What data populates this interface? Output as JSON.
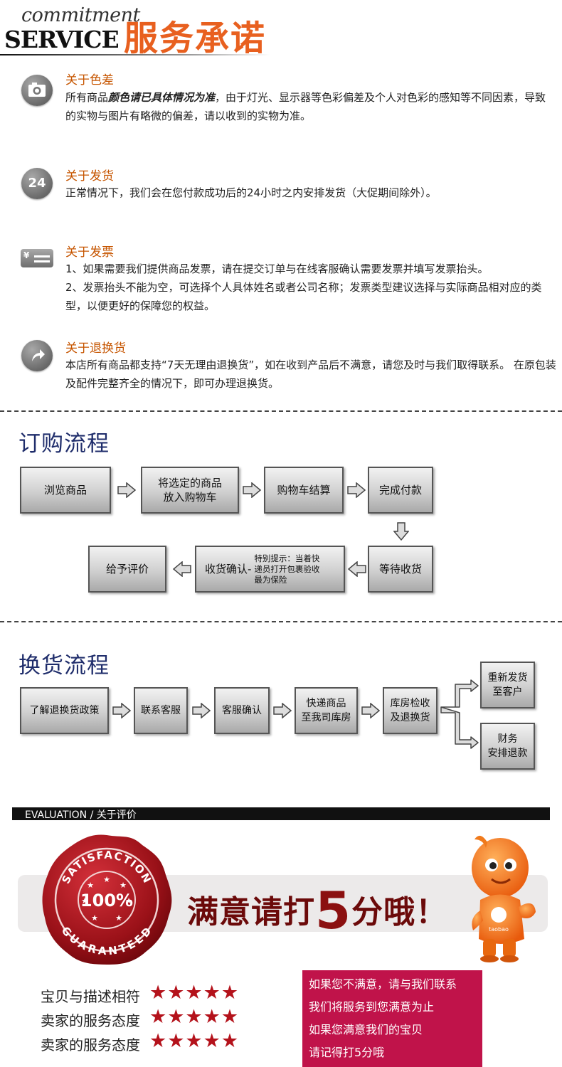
{
  "header": {
    "commitment": "commitment",
    "service": "SERVICE",
    "title_cn": "服务承诺"
  },
  "items": [
    {
      "icon": "camera-icon",
      "title": "关于色差",
      "text_a": "所有商品",
      "text_bold": "颜色请已具体情况为准",
      "text_b": "，由于灯光、显示器等色彩偏差及个人对色彩的感知等不同因素，导致的实物与图片有略微的偏差，请以收到的实物为准。"
    },
    {
      "icon": "24-hours-icon",
      "icon_text": "24",
      "title": "关于发货",
      "text": "正常情况下，我们会在您付款成功后的24小时之内安排发货（大促期间除外）。"
    },
    {
      "icon": "invoice-icon",
      "icon_text": "¥",
      "title": "关于发票",
      "text_1": "1、如果需要我们提供商品发票，请在提交订单与在线客服确认需要发票并填写发票抬头。",
      "text_2": "2、发票抬头不能为空，可选择个人具体姓名或者公司名称；发票类型建议选择与实际商品相对应的类型，以便更好的保障您的权益。"
    },
    {
      "icon": "return-arrow-icon",
      "title": "关于退换货",
      "text": "本店所有商品都支持“7天无理由退换货”，如在收到产品后不满意，请您及时与我们取得联系。 在原包装及配件完整齐全的情况下，即可办理退换货。"
    }
  ],
  "order_flow": {
    "title": "订购流程",
    "steps": [
      "浏览商品",
      "将选定的商品",
      "放入购物车",
      "购物车结算",
      "完成付款",
      "等待收货",
      "收货确认-",
      "特别提示：当着快",
      "递员打开包裹验收",
      "最为保险",
      "给予评价"
    ]
  },
  "exchange_flow": {
    "title": "换货流程",
    "steps": [
      "了解退换货政策",
      "联系客服",
      "客服确认",
      "快递商品",
      "至我司库房",
      "库房检收",
      "及退换货",
      "重新发货",
      "至客户",
      "财务",
      "安排退款"
    ]
  },
  "evaluation": {
    "bar": "EVALUATION / 关于评价",
    "seal_top": "SATISFACTION",
    "seal_center": "100%",
    "seal_bottom": "GUARANTEED",
    "headline_a": "满意请打",
    "headline_num": "5",
    "headline_b": "分哦！",
    "mascot_text": "taobao",
    "ratings": [
      {
        "label": "宝贝与描述相符",
        "stars": "★★★★★"
      },
      {
        "label": "卖家的服务态度",
        "stars": "★★★★★"
      },
      {
        "label": "卖家的服务态度",
        "stars": "★★★★★"
      }
    ],
    "note_lines": [
      "如果您不满意，请与我们联系",
      "我们将服务到您满意为止",
      "如果您满意我们的宝贝",
      "请记得打5分哦"
    ]
  },
  "colors": {
    "accent_orange": "#e8601f",
    "title_orange": "#c65500",
    "flow_title": "#1f2d6b",
    "seal_red": "#a3151c",
    "note_pink": "#c0134a"
  }
}
